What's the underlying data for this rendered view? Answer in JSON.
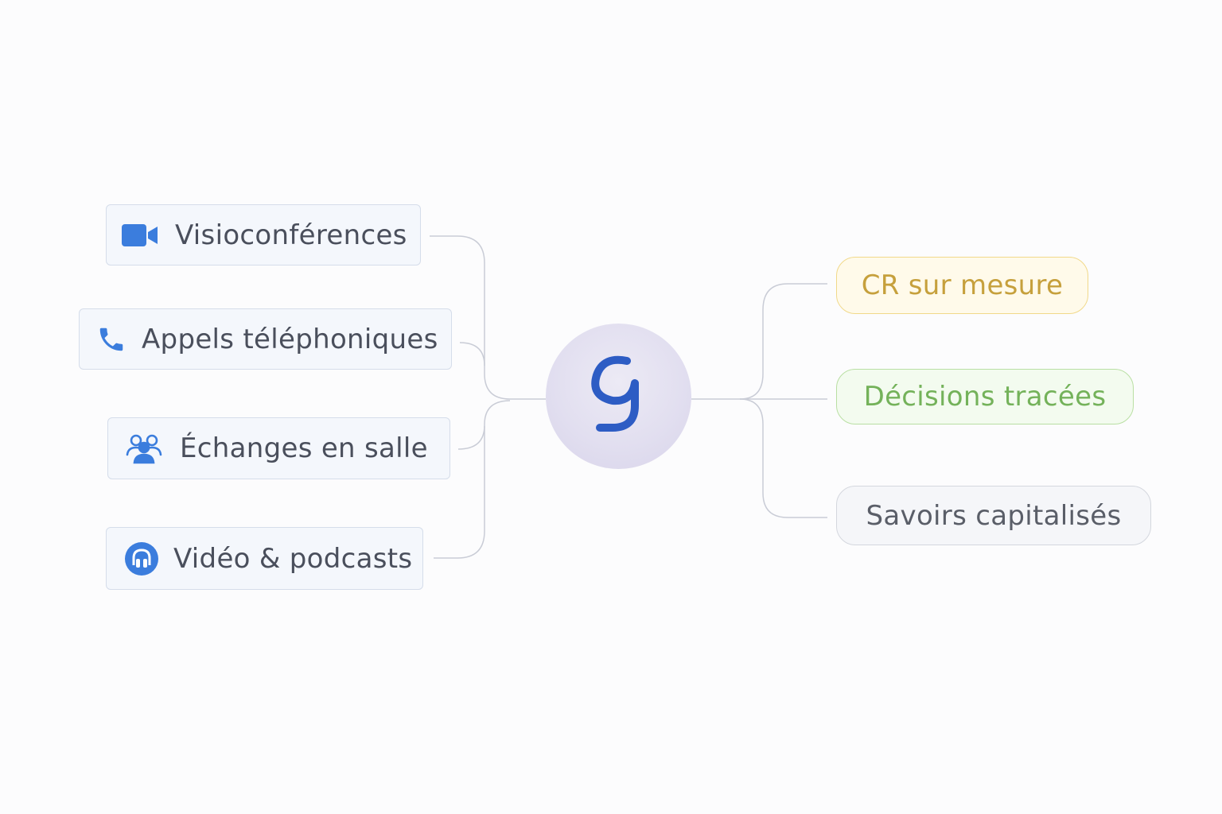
{
  "inputs": [
    {
      "label": "Visioconférences",
      "icon": "video-camera-icon"
    },
    {
      "label": "Appels téléphoniques",
      "icon": "phone-icon"
    },
    {
      "label": "Échanges en salle",
      "icon": "group-people-icon"
    },
    {
      "label": "Vidéo & podcasts",
      "icon": "headphones-icon"
    }
  ],
  "hub": {
    "logo": "g-logo-icon"
  },
  "outputs": [
    {
      "label": "CR sur mesure",
      "color": "#c6a03c"
    },
    {
      "label": "Décisions tracées",
      "color": "#74b25a"
    },
    {
      "label": "Savoirs capitalisés",
      "color": "#5a5e68"
    }
  ],
  "colors": {
    "icon_blue": "#3b7ddd",
    "logo_blue": "#2d5cc4",
    "connector": "#c9ccd6"
  }
}
